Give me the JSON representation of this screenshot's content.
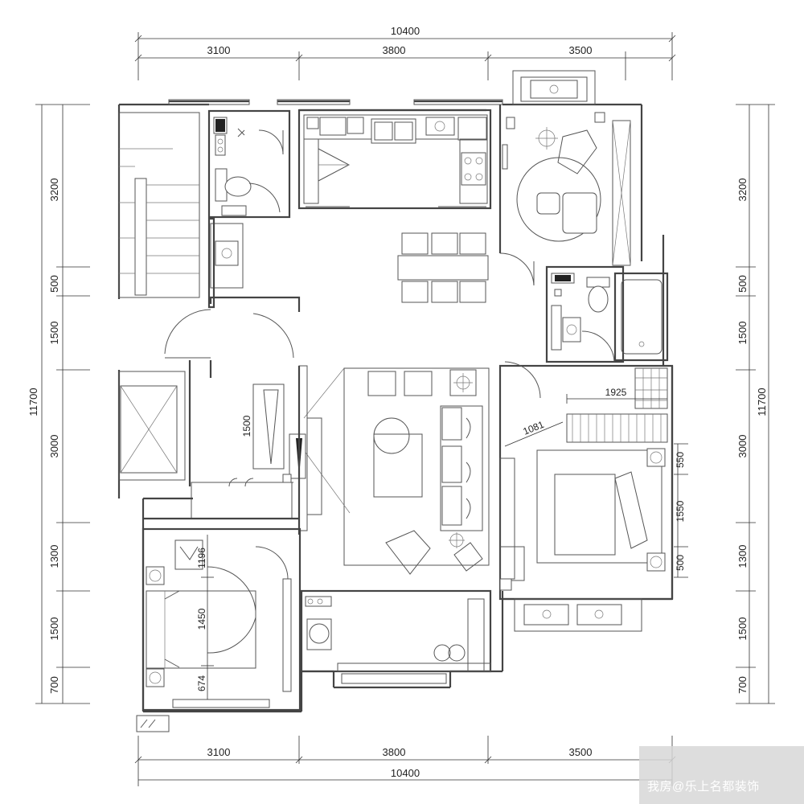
{
  "dimensions": {
    "top_total": "10400",
    "top_segments": [
      "3100",
      "3800",
      "3500"
    ],
    "bottom_total": "10400",
    "bottom_segments": [
      "3100",
      "3800",
      "3500"
    ],
    "left_total": "11700",
    "left_segments": [
      "3200",
      "500",
      "1500",
      "3000",
      "1300",
      "1500",
      "700"
    ],
    "right_total": "11700",
    "right_segments": [
      "3200",
      "500",
      "1500",
      "3000",
      "1300",
      "1500",
      "700"
    ]
  },
  "inner_dimensions": {
    "entry_cabinet": "1500",
    "wardrobe_length": "1925",
    "bed_offset": "1081",
    "bed_top": "550",
    "bed_length": "1550",
    "bed_bottom": "500",
    "bedroom2_top": "1196",
    "bedroom2_bed": "1450",
    "bedroom2_bottom": "674"
  },
  "watermark": "我房@乐上名都装饰"
}
